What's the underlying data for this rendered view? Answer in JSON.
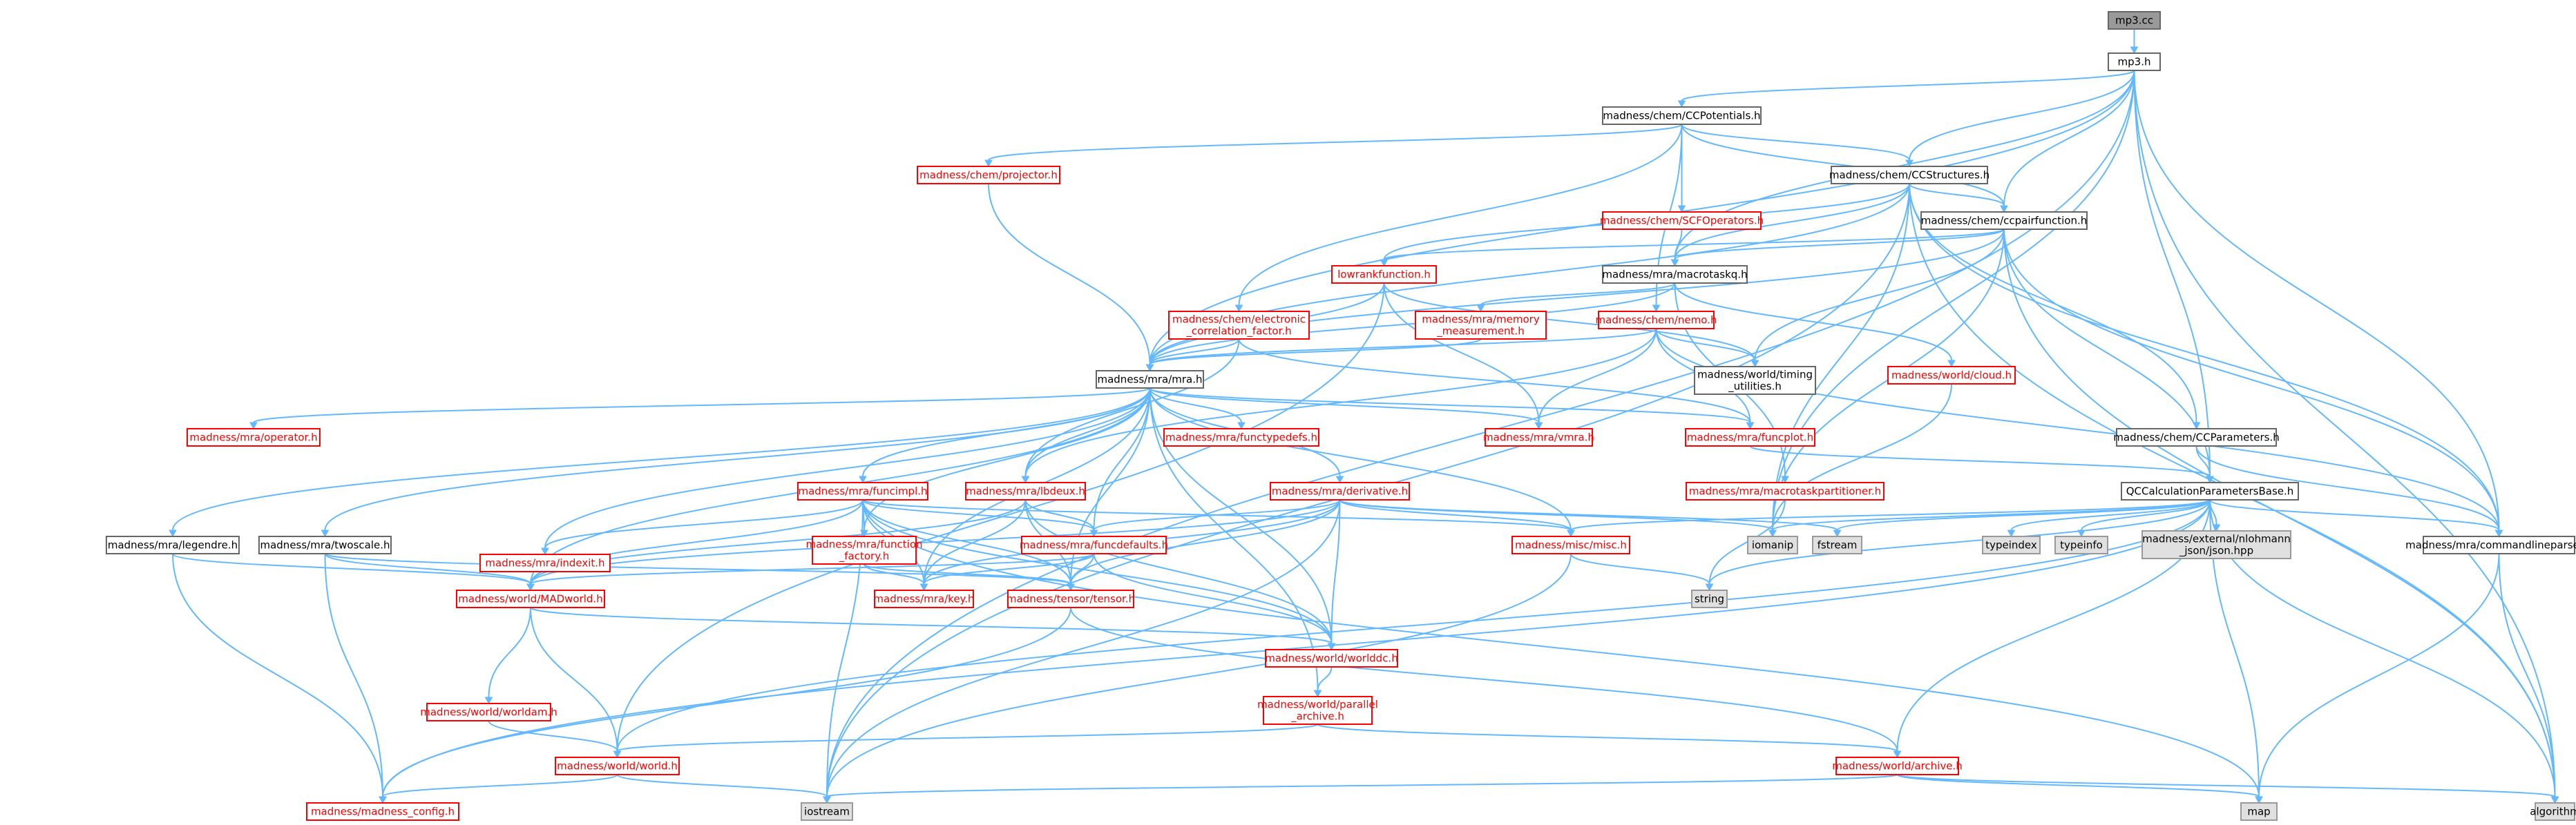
{
  "graph": {
    "title": "mp3.cc",
    "colors": {
      "edge": "#63b8ff",
      "root_fill": "#999999",
      "root_stroke": "#666666",
      "doc_stroke": "#666666",
      "undoc_stroke": "#ff0000",
      "system_fill": "#e0e0e0",
      "system_stroke": "#999999",
      "node_fill": "#ffffff",
      "text": "#000000",
      "undoc_text": "#ff0000"
    },
    "nodes": [
      {
        "id": "root",
        "label": "mp3.cc",
        "kind": "root"
      },
      {
        "id": "mp3h",
        "label": "mp3.h",
        "kind": "doc"
      },
      {
        "id": "ccpot",
        "label": "madness/chem/CCPotentials.h",
        "kind": "doc"
      },
      {
        "id": "proj",
        "label": "madness/chem/projector.h",
        "kind": "undoc"
      },
      {
        "id": "ccstr",
        "label": "madness/chem/CCStructures.h",
        "kind": "doc"
      },
      {
        "id": "scfops",
        "label": "madness/chem/SCFOperators.h",
        "kind": "undoc"
      },
      {
        "id": "ccpair",
        "label": "madness/chem/ccpairfunction.h",
        "kind": "doc"
      },
      {
        "id": "lowrank",
        "label": "lowrankfunction.h",
        "kind": "undoc"
      },
      {
        "id": "macrotaskq",
        "label": "madness/mra/macrotaskq.h",
        "kind": "doc"
      },
      {
        "id": "ecf",
        "label": "madness/chem/electronic\n_correlation_factor.h",
        "kind": "undoc"
      },
      {
        "id": "memmeas",
        "label": "madness/mra/memory\n_measurement.h",
        "kind": "undoc"
      },
      {
        "id": "nemo",
        "label": "madness/chem/nemo.h",
        "kind": "undoc"
      },
      {
        "id": "cloud",
        "label": "madness/world/cloud.h",
        "kind": "undoc"
      },
      {
        "id": "mra",
        "label": "madness/mra/mra.h",
        "kind": "doc"
      },
      {
        "id": "timing",
        "label": "madness/world/timing\n_utilities.h",
        "kind": "doc"
      },
      {
        "id": "operator",
        "label": "madness/mra/operator.h",
        "kind": "undoc"
      },
      {
        "id": "functypedefs",
        "label": "madness/mra/functypedefs.h",
        "kind": "undoc"
      },
      {
        "id": "vmra",
        "label": "madness/mra/vmra.h",
        "kind": "undoc"
      },
      {
        "id": "funcplot",
        "label": "madness/mra/funcplot.h",
        "kind": "undoc"
      },
      {
        "id": "ccparams",
        "label": "madness/chem/CCParameters.h",
        "kind": "doc"
      },
      {
        "id": "funcimpl",
        "label": "madness/mra/funcimpl.h",
        "kind": "undoc"
      },
      {
        "id": "lbdeux",
        "label": "madness/mra/lbdeux.h",
        "kind": "undoc"
      },
      {
        "id": "derivative",
        "label": "madness/mra/derivative.h",
        "kind": "undoc"
      },
      {
        "id": "mtpartitioner",
        "label": "madness/mra/macrotaskpartitioner.h",
        "kind": "undoc"
      },
      {
        "id": "qccalc",
        "label": "QCCalculationParametersBase.h",
        "kind": "doc"
      },
      {
        "id": "legendre",
        "label": "madness/mra/legendre.h",
        "kind": "doc"
      },
      {
        "id": "twoscale",
        "label": "madness/mra/twoscale.h",
        "kind": "doc"
      },
      {
        "id": "indexit",
        "label": "madness/mra/indexit.h",
        "kind": "undoc"
      },
      {
        "id": "funcfactory",
        "label": "madness/mra/function\n_factory.h",
        "kind": "undoc"
      },
      {
        "id": "funcdefaults",
        "label": "madness/mra/funcdefaults.h",
        "kind": "undoc"
      },
      {
        "id": "iomanip",
        "label": "iomanip",
        "kind": "system"
      },
      {
        "id": "fstream",
        "label": "fstream",
        "kind": "system"
      },
      {
        "id": "miscmisc",
        "label": "madness/misc/misc.h",
        "kind": "undoc"
      },
      {
        "id": "typeindex",
        "label": "typeindex",
        "kind": "system"
      },
      {
        "id": "typeinfo",
        "label": "typeinfo",
        "kind": "system"
      },
      {
        "id": "json",
        "label": "madness/external/nlohmann\n_json/json.hpp",
        "kind": "system"
      },
      {
        "id": "cmdparser",
        "label": "madness/mra/commandlineparser.h",
        "kind": "doc"
      },
      {
        "id": "madworld",
        "label": "madness/world/MADworld.h",
        "kind": "undoc"
      },
      {
        "id": "key",
        "label": "madness/mra/key.h",
        "kind": "undoc"
      },
      {
        "id": "tensor",
        "label": "madness/tensor/tensor.h",
        "kind": "undoc"
      },
      {
        "id": "string",
        "label": "string",
        "kind": "system"
      },
      {
        "id": "worlddc",
        "label": "madness/world/worlddc.h",
        "kind": "undoc"
      },
      {
        "id": "worldam",
        "label": "madness/world/worldam.h",
        "kind": "undoc"
      },
      {
        "id": "pararchive",
        "label": "madness/world/parallel\n_archive.h",
        "kind": "undoc"
      },
      {
        "id": "world",
        "label": "madness/world/world.h",
        "kind": "undoc"
      },
      {
        "id": "archive",
        "label": "madness/world/archive.h",
        "kind": "undoc"
      },
      {
        "id": "madconfig",
        "label": "madness/madness_config.h",
        "kind": "undoc"
      },
      {
        "id": "iostream",
        "label": "iostream",
        "kind": "system"
      },
      {
        "id": "map",
        "label": "map",
        "kind": "system"
      },
      {
        "id": "algorithm",
        "label": "algorithm",
        "kind": "system"
      }
    ],
    "edges": [
      [
        "root",
        "mp3h"
      ],
      [
        "mp3h",
        "ccpot"
      ],
      [
        "mp3h",
        "ccstr"
      ],
      [
        "mp3h",
        "ccpair"
      ],
      [
        "mp3h",
        "macrotaskq"
      ],
      [
        "mp3h",
        "mra"
      ],
      [
        "mp3h",
        "qccalc"
      ],
      [
        "mp3h",
        "cmdparser"
      ],
      [
        "mp3h",
        "iomanip"
      ],
      [
        "mp3h",
        "algorithm"
      ],
      [
        "mp3h",
        "iostream"
      ],
      [
        "ccpot",
        "proj"
      ],
      [
        "ccpot",
        "ccstr"
      ],
      [
        "ccpot",
        "scfops"
      ],
      [
        "ccpot",
        "ecf"
      ],
      [
        "ccpot",
        "nemo"
      ],
      [
        "ccpot",
        "ccpair"
      ],
      [
        "proj",
        "mra"
      ],
      [
        "ccstr",
        "ccpair"
      ],
      [
        "ccstr",
        "lowrank"
      ],
      [
        "ccstr",
        "macrotaskq"
      ],
      [
        "ccstr",
        "ccparams"
      ],
      [
        "ccstr",
        "mra"
      ],
      [
        "ccstr",
        "cmdparser"
      ],
      [
        "ccstr",
        "iomanip"
      ],
      [
        "ccstr",
        "algorithm"
      ],
      [
        "ccstr",
        "iostream"
      ],
      [
        "scfops",
        "macrotaskq"
      ],
      [
        "ccpair",
        "lowrank"
      ],
      [
        "ccpair",
        "macrotaskq"
      ],
      [
        "ccpair",
        "timing"
      ],
      [
        "ccpair",
        "qccalc"
      ],
      [
        "ccpair",
        "cmdparser"
      ],
      [
        "ccpair",
        "algorithm"
      ],
      [
        "ccpair",
        "iomanip"
      ],
      [
        "ccpair",
        "mra"
      ],
      [
        "lowrank",
        "mra"
      ],
      [
        "lowrank",
        "vmra"
      ],
      [
        "lowrank",
        "timing"
      ],
      [
        "lowrank",
        "world"
      ],
      [
        "macrotaskq",
        "memmeas"
      ],
      [
        "macrotaskq",
        "cloud"
      ],
      [
        "macrotaskq",
        "mtpartitioner"
      ],
      [
        "macrotaskq",
        "mra"
      ],
      [
        "ecf",
        "mra"
      ],
      [
        "ecf",
        "funcplot"
      ],
      [
        "ecf",
        "lbdeux"
      ],
      [
        "memmeas",
        "mra"
      ],
      [
        "nemo",
        "mra"
      ],
      [
        "nemo",
        "timing"
      ],
      [
        "nemo",
        "vmra"
      ],
      [
        "nemo",
        "funcplot"
      ],
      [
        "nemo",
        "lbdeux"
      ],
      [
        "nemo",
        "cmdparser"
      ],
      [
        "cloud",
        "iomanip"
      ],
      [
        "mra",
        "operator"
      ],
      [
        "mra",
        "functypedefs"
      ],
      [
        "mra",
        "vmra"
      ],
      [
        "mra",
        "funcplot"
      ],
      [
        "mra",
        "funcimpl"
      ],
      [
        "mra",
        "lbdeux"
      ],
      [
        "mra",
        "derivative"
      ],
      [
        "mra",
        "legendre"
      ],
      [
        "mra",
        "twoscale"
      ],
      [
        "mra",
        "indexit"
      ],
      [
        "mra",
        "funcdefaults"
      ],
      [
        "mra",
        "madworld"
      ],
      [
        "mra",
        "key"
      ],
      [
        "mra",
        "tensor"
      ],
      [
        "mra",
        "worlddc"
      ],
      [
        "mra",
        "pararchive"
      ],
      [
        "mra",
        "miscmisc"
      ],
      [
        "mra",
        "funcfactory"
      ],
      [
        "funcplot",
        "qccalc"
      ],
      [
        "ccparams",
        "qccalc"
      ],
      [
        "ccparams",
        "cmdparser"
      ],
      [
        "funcimpl",
        "funcdefaults"
      ],
      [
        "funcimpl",
        "funcfactory"
      ],
      [
        "funcimpl",
        "indexit"
      ],
      [
        "funcimpl",
        "madworld"
      ],
      [
        "funcimpl",
        "key"
      ],
      [
        "funcimpl",
        "tensor"
      ],
      [
        "funcimpl",
        "miscmisc"
      ],
      [
        "funcimpl",
        "iostream"
      ],
      [
        "funcimpl",
        "map"
      ],
      [
        "funcimpl",
        "worlddc"
      ],
      [
        "lbdeux",
        "funcdefaults"
      ],
      [
        "lbdeux",
        "key"
      ],
      [
        "lbdeux",
        "tensor"
      ],
      [
        "lbdeux",
        "worlddc"
      ],
      [
        "lbdeux",
        "madworld"
      ],
      [
        "derivative",
        "funcdefaults"
      ],
      [
        "derivative",
        "key"
      ],
      [
        "derivative",
        "tensor"
      ],
      [
        "derivative",
        "worlddc"
      ],
      [
        "derivative",
        "miscmisc"
      ],
      [
        "derivative",
        "iostream"
      ],
      [
        "derivative",
        "iomanip"
      ],
      [
        "derivative",
        "fstream"
      ],
      [
        "derivative",
        "madworld"
      ],
      [
        "mtpartitioner",
        "string"
      ],
      [
        "qccalc",
        "iomanip"
      ],
      [
        "qccalc",
        "fstream"
      ],
      [
        "qccalc",
        "typeindex"
      ],
      [
        "qccalc",
        "typeinfo"
      ],
      [
        "qccalc",
        "json"
      ],
      [
        "qccalc",
        "cmdparser"
      ],
      [
        "qccalc",
        "miscmisc"
      ],
      [
        "qccalc",
        "string"
      ],
      [
        "qccalc",
        "world"
      ],
      [
        "qccalc",
        "archive"
      ],
      [
        "qccalc",
        "madconfig"
      ],
      [
        "qccalc",
        "map"
      ],
      [
        "qccalc",
        "algorithm"
      ],
      [
        "legendre",
        "madworld"
      ],
      [
        "legendre",
        "madconfig"
      ],
      [
        "twoscale",
        "madworld"
      ],
      [
        "twoscale",
        "tensor"
      ],
      [
        "twoscale",
        "madconfig"
      ],
      [
        "funcfactory",
        "key"
      ],
      [
        "funcfactory",
        "tensor"
      ],
      [
        "funcdefaults",
        "madworld"
      ],
      [
        "funcdefaults",
        "key"
      ],
      [
        "funcdefaults",
        "tensor"
      ],
      [
        "funcdefaults",
        "worlddc"
      ],
      [
        "miscmisc",
        "string"
      ],
      [
        "miscmisc",
        "iostream"
      ],
      [
        "cmdparser",
        "map"
      ],
      [
        "cmdparser",
        "algorithm"
      ],
      [
        "madworld",
        "worldam"
      ],
      [
        "madworld",
        "world"
      ],
      [
        "madworld",
        "worlddc"
      ],
      [
        "tensor",
        "madconfig"
      ],
      [
        "tensor",
        "archive"
      ],
      [
        "worlddc",
        "pararchive"
      ],
      [
        "worldam",
        "world"
      ],
      [
        "pararchive",
        "world"
      ],
      [
        "pararchive",
        "archive"
      ],
      [
        "world",
        "madconfig"
      ],
      [
        "world",
        "iostream"
      ],
      [
        "archive",
        "iostream"
      ],
      [
        "archive",
        "map"
      ],
      [
        "archive",
        "algorithm"
      ]
    ]
  }
}
